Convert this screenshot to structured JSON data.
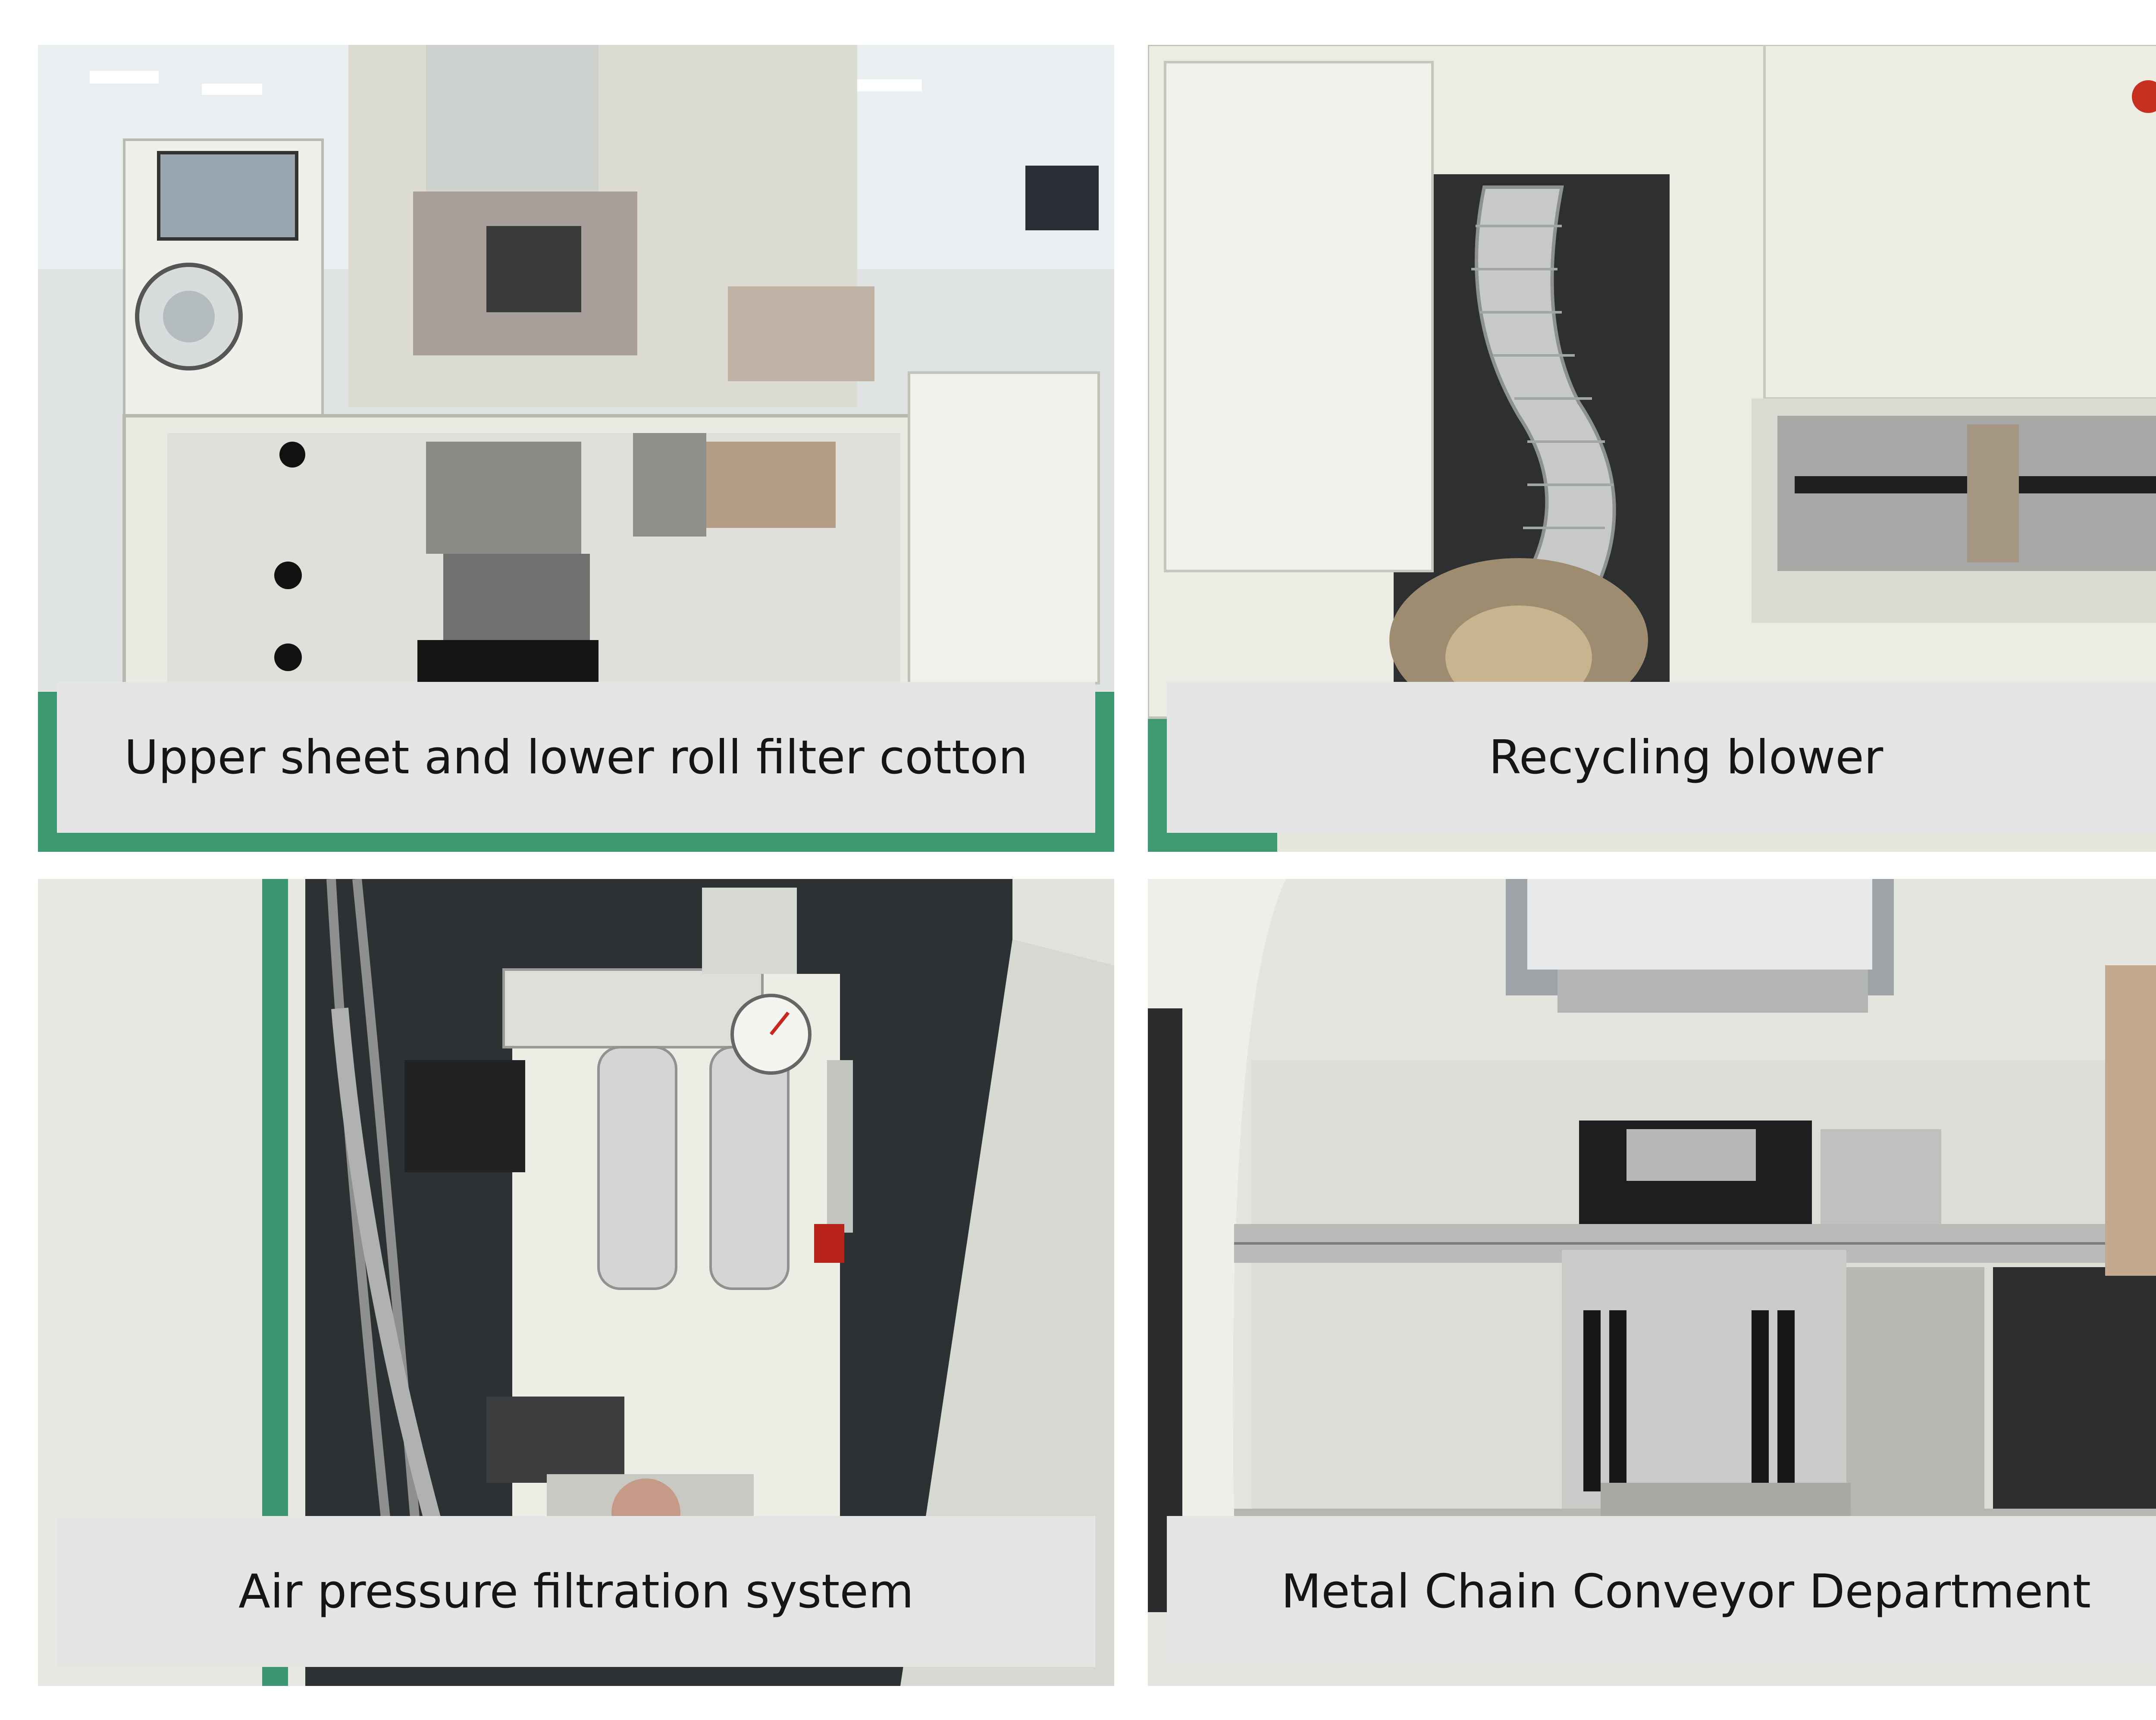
{
  "panels": [
    {
      "caption": "Upper sheet and lower roll filter cotton"
    },
    {
      "caption": "Recycling blower"
    },
    {
      "caption": "Air pressure filtration system"
    },
    {
      "caption": "Metal Chain Conveyor Department"
    }
  ],
  "colors": {
    "caption_background": "#e4e5e4",
    "caption_text": "#151515",
    "machine_body": "#e9e9e2",
    "floor_green": "#3f9a73"
  }
}
